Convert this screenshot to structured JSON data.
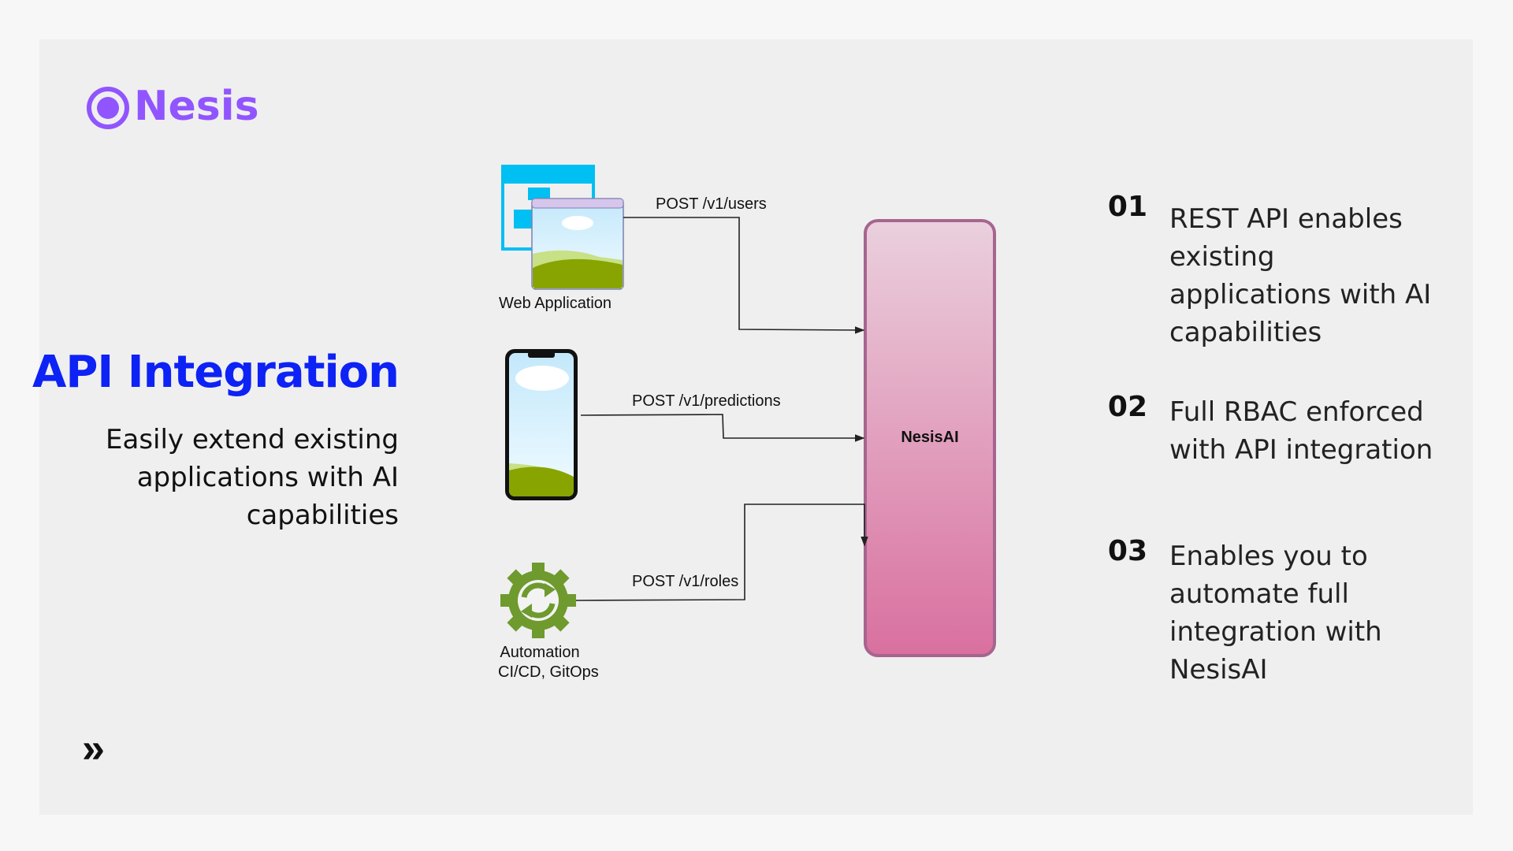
{
  "brand": {
    "name": "Nesis",
    "color": "#9155ff"
  },
  "hero": {
    "title": "API Integration",
    "title_color": "#0d22f5",
    "subtitle_lines": [
      "Easily extend existing",
      "applications with AI",
      "capabilities"
    ]
  },
  "diagram": {
    "clients": [
      {
        "label": "Web Application",
        "icon": "web-application-icon"
      },
      {
        "label": "",
        "icon": "mobile-phone-icon"
      },
      {
        "label_lines": [
          "Automation",
          "CI/CD, GitOps"
        ],
        "icon": "gear-sync-icon"
      }
    ],
    "edges": [
      {
        "label": "POST /v1/users"
      },
      {
        "label": "POST /v1/predictions"
      },
      {
        "label": "POST /v1/roles"
      }
    ],
    "server": {
      "label": "NesisAI"
    }
  },
  "features": [
    {
      "number": "01",
      "lines": [
        "REST API enables",
        "existing",
        "applications with AI",
        "capabilities"
      ]
    },
    {
      "number": "02",
      "lines": [
        "Full RBAC enforced",
        "with API integration"
      ]
    },
    {
      "number": "03",
      "lines": [
        "Enables you to",
        "automate full",
        "integration with",
        "NesisAI"
      ]
    }
  ],
  "footer": {
    "next_icon": "double-chevron-right-icon",
    "glyph": "»"
  }
}
